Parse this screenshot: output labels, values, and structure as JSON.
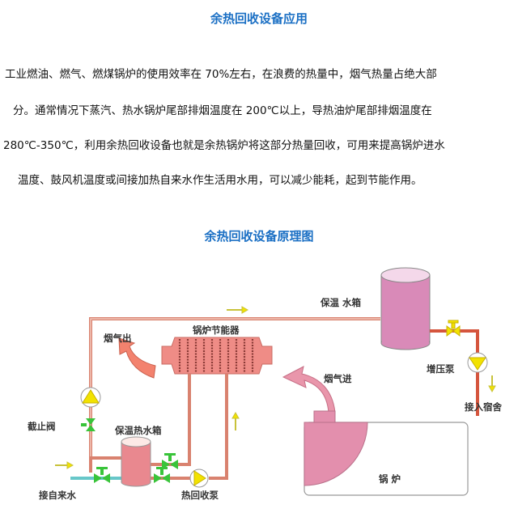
{
  "section1": {
    "title": "余热回收设备应用",
    "lines": [
      "工业燃油、燃气、燃煤锅炉的使用效率在 70%左右，在浪费的热量中，烟气热量占绝大部",
      "分。通常情况下蒸汽、热水锅炉尾部排烟温度在 200℃以上，导热油炉尾部排烟温度在",
      "280℃-350℃，利用余热回收设备也就是余热锅炉将这部分热量回收，可用来提高锅炉进水",
      "温度、鼓风机温度或间接加热自来水作生活用水用，可以减少能耗，起到节能作用。"
    ]
  },
  "section2": {
    "title": "余热回收设备原理图"
  },
  "diagram": {
    "labels": {
      "insulated_tank": "保温 水箱",
      "flue_gas_out": "烟气出",
      "economizer": "锅炉节能器",
      "flue_gas_in": "烟气进",
      "booster_pump": "增压泵",
      "to_dormitory": "接入宿舍",
      "stop_valve": "截止阀",
      "hot_water_tank": "保温热水箱",
      "tap_water_in": "接自来水",
      "recovery_pump": "热回收泵",
      "boiler": "锅 炉"
    },
    "colors": {
      "pipe": "#d9826f",
      "hot_pipe": "#d5553d",
      "tank": "#d98ab8",
      "economizer": "#ef8c86",
      "valve_green": "#39c43a",
      "pump_yellow": "#f2e200",
      "arrow_yellow": "#c8c23a",
      "tap_pipe": "#67c7c9",
      "title_blue": "#1a6fc4"
    }
  }
}
